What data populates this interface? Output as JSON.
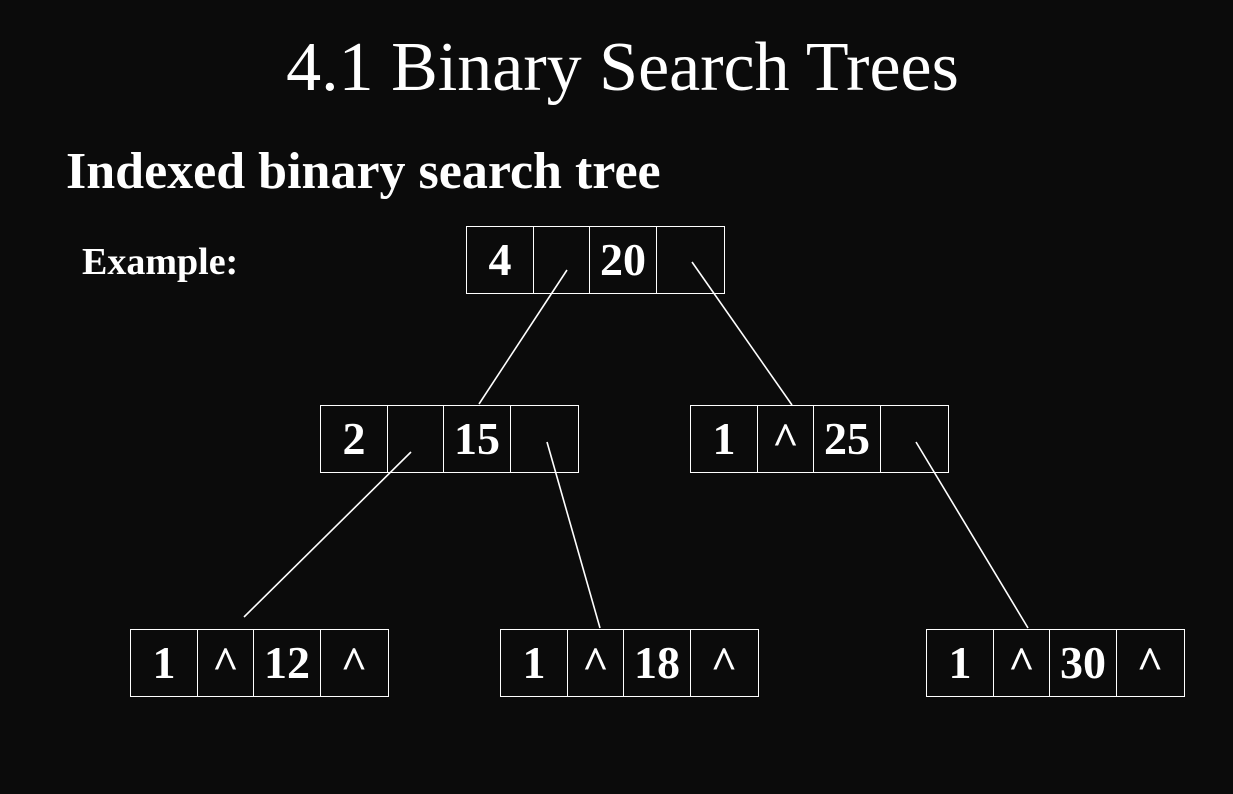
{
  "title": "4.1 Binary Search Trees",
  "subtitle": "Indexed binary search tree",
  "example_label": "Example:",
  "tree": {
    "root": {
      "left_size": "4",
      "left": "",
      "key": "20",
      "right": ""
    },
    "n15": {
      "left_size": "2",
      "left": "",
      "key": "15",
      "right": ""
    },
    "n25": {
      "left_size": "1",
      "left": "^",
      "key": "25",
      "right": ""
    },
    "n12": {
      "left_size": "1",
      "left": "^",
      "key": "12",
      "right": "^"
    },
    "n18": {
      "left_size": "1",
      "left": "^",
      "key": "18",
      "right": "^"
    },
    "n30": {
      "left_size": "1",
      "left": "^",
      "key": "30",
      "right": "^"
    }
  }
}
